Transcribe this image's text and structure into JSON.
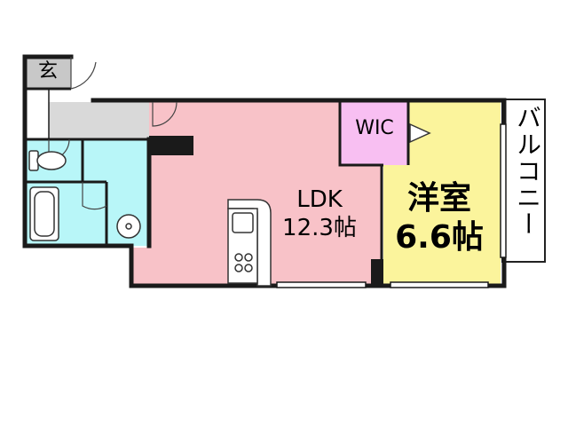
{
  "rooms": {
    "ldk_name": "LDK",
    "ldk_size": "12.3帖",
    "western_name": "洋室",
    "western_size": "6.6帖",
    "wic": "WIC",
    "entrance": "玄",
    "balcony": "バルコニー"
  },
  "colors": {
    "ldk": "#f8c2c8",
    "western": "#fbf49c",
    "wic": "#f8bff2",
    "bath": "#b8f6f8",
    "hall": "#d9d9d9",
    "entrance": "#c8c8c8",
    "wall": "#1a1a1a",
    "background": "#ffffff"
  }
}
